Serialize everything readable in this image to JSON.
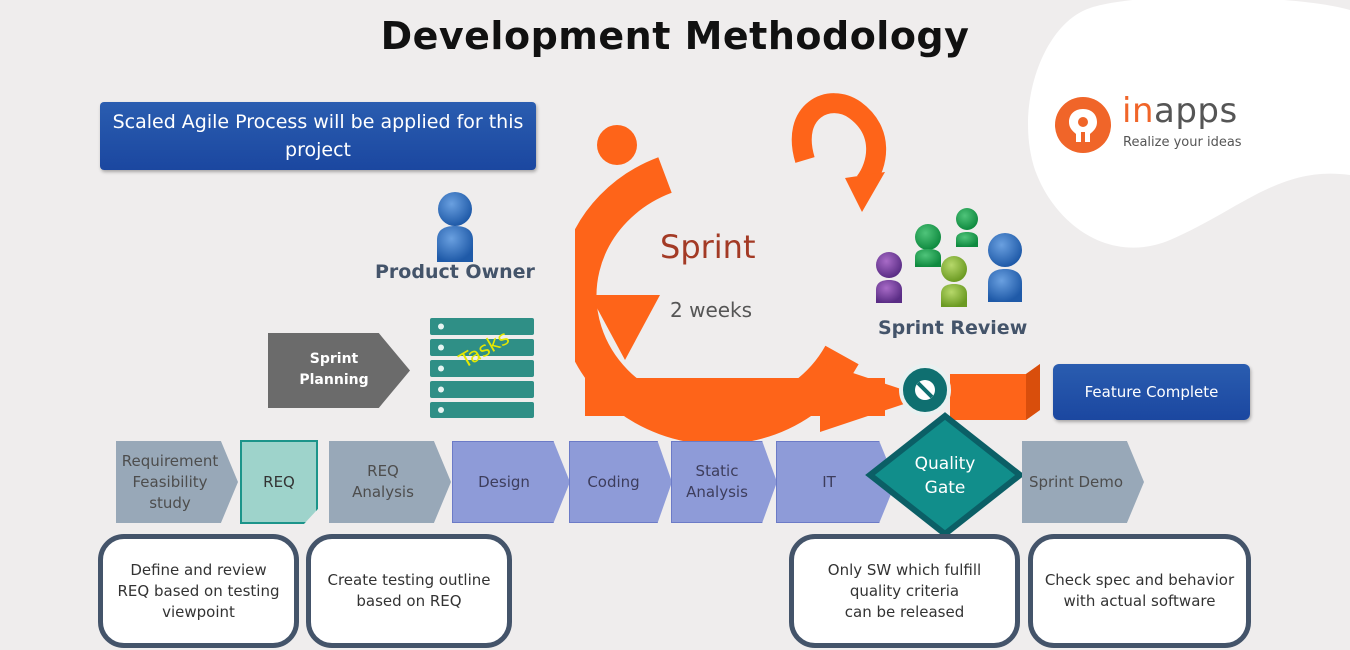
{
  "title": "Development Methodology",
  "banner": "Scaled Agile Process will be applied for this project",
  "logo": {
    "brand_accent": "in",
    "brand_rest": "apps",
    "tagline": "Realize your ideas"
  },
  "product_owner": "Product Owner",
  "sprint": {
    "label": "Sprint",
    "duration": "2 weeks"
  },
  "sprint_review": "Sprint Review",
  "sprint_planning": {
    "line1": "Sprint",
    "line2": "Planning"
  },
  "tasks_label": "Tasks",
  "feature_complete": "Feature Complete",
  "steps": {
    "requirement": {
      "line1": "Requirement",
      "line2": "Feasibility study"
    },
    "req": "REQ",
    "req_analysis": {
      "line1": "REQ",
      "line2": "Analysis"
    },
    "design": "Design",
    "coding": "Coding",
    "static_analysis": {
      "line1": "Static",
      "line2": "Analysis"
    },
    "it": "IT",
    "quality_gate": {
      "line1": "Quality",
      "line2": "Gate"
    },
    "sprint_demo": "Sprint Demo"
  },
  "notes": {
    "define": {
      "line1": "Define and review",
      "line2": "REQ based on testing",
      "line3": "viewpoint"
    },
    "outline": {
      "line1": "Create testing outline",
      "line2": "based on REQ"
    },
    "quality": {
      "line1": "Only SW which fulfill",
      "line2": "quality criteria",
      "line3": "can be released"
    },
    "check": {
      "line1": "Check spec and behavior",
      "line2": "with actual software"
    }
  },
  "colors": {
    "orange": "#fe6419",
    "navy_box": "#1f4ea6",
    "teal": "#1c948a",
    "slate": "#44546a",
    "step_grey": "#98a8b8",
    "step_blue": "#8e9bd8"
  },
  "icons": [
    "person-icon",
    "server-stack-icon",
    "cycle-arrow-icon",
    "no-entry-icon",
    "inapps-logo-icon"
  ]
}
